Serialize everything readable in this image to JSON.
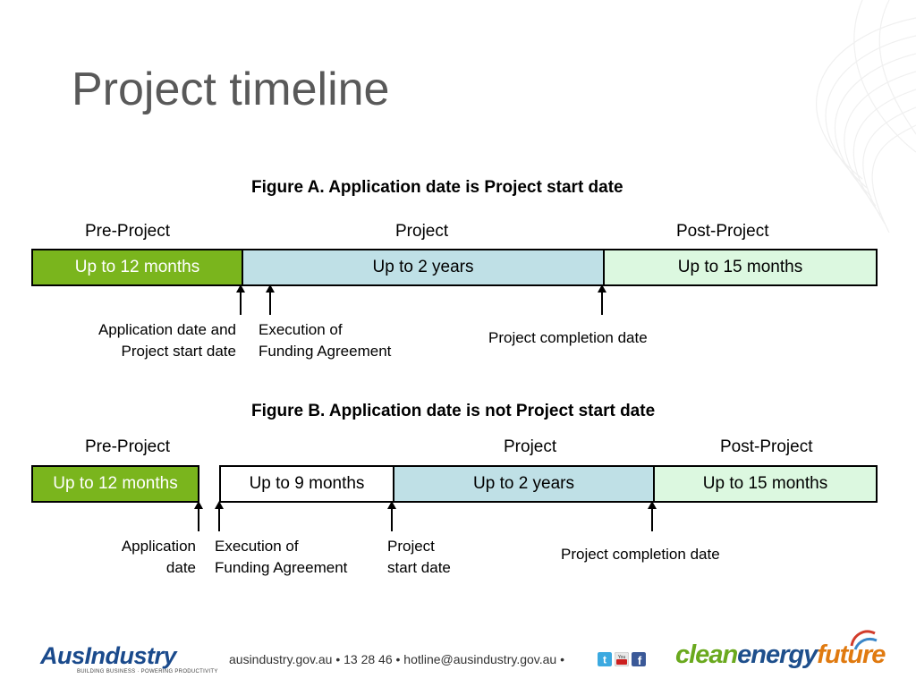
{
  "title": "Project timeline",
  "figure_a": {
    "title": "Figure A. Application date is Project start date",
    "phases": {
      "pre": "Pre-Project",
      "project": "Project",
      "post": "Post-Project"
    },
    "bars": {
      "pre": "Up to 12 months",
      "project": "Up to 2 years",
      "post": "Up to 15 months"
    },
    "labels": {
      "application_l1": "Application date and",
      "application_l2": "Project start date",
      "execution_l1": "Execution of",
      "execution_l2": "Funding Agreement",
      "completion": "Project completion date"
    }
  },
  "figure_b": {
    "title": "Figure B. Application date is not Project start date",
    "phases": {
      "pre": "Pre-Project",
      "project": "Project",
      "post": "Post-Project"
    },
    "bars": {
      "pre": "Up to 12 months",
      "gap": "Up to 9 months",
      "project": "Up to 2 years",
      "post": "Up to 15 months"
    },
    "labels": {
      "application_l1": "Application",
      "application_l2": "date",
      "execution_l1": "Execution of",
      "execution_l2": "Funding Agreement",
      "start_l1": "Project",
      "start_l2": "start date",
      "completion": "Project completion date"
    }
  },
  "footer": {
    "logo_left": "AusIndustry",
    "logo_left_tagline": "BUILDING BUSINESS · POWERING PRODUCTIVITY",
    "contact": "ausindustry.gov.au   •  13 28 46  •   hotline@ausindustry.gov.au  •",
    "logo_right_clean": "clean",
    "logo_right_energy": "energy",
    "logo_right_future": "future"
  },
  "colors": {
    "green": "#7ab51d",
    "blue": "#bfe0e6",
    "light_green": "#dcf8e0",
    "title_gray": "#595959"
  },
  "icons": [
    "twitter-icon",
    "youtube-icon",
    "facebook-icon",
    "arrow-up-icon"
  ]
}
